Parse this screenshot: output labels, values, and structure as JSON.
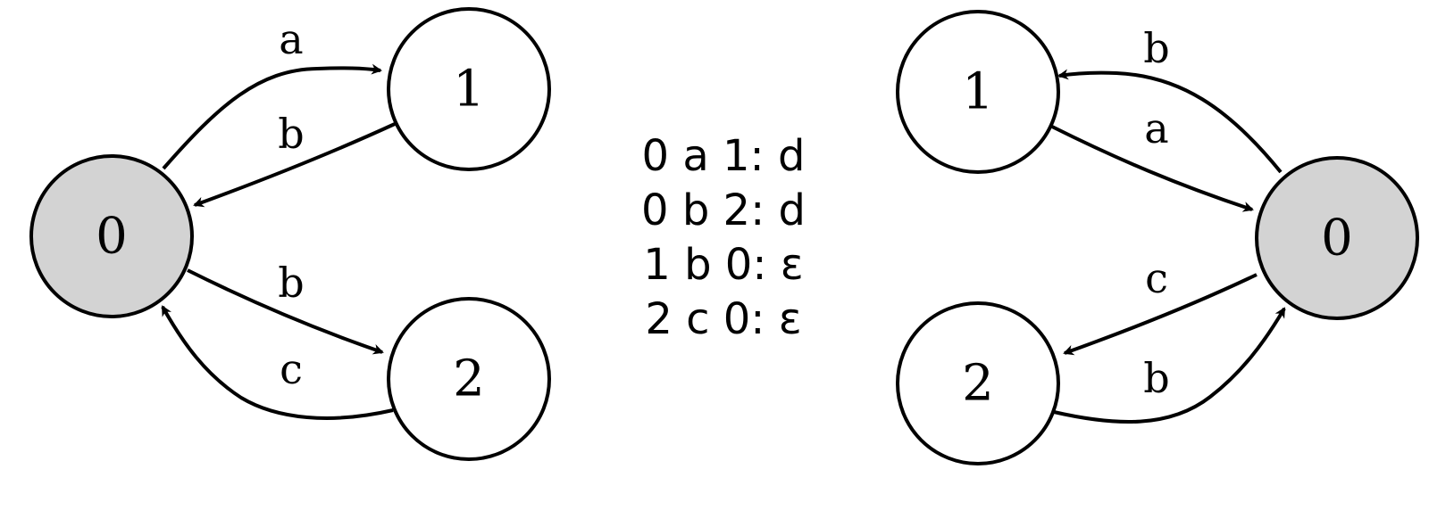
{
  "colors": {
    "start_fill": "#d3d3d3",
    "state_fill": "#ffffff",
    "stroke": "#000000"
  },
  "left_automaton": {
    "states": [
      {
        "id": "0",
        "label": "0",
        "start": true
      },
      {
        "id": "1",
        "label": "1",
        "start": false
      },
      {
        "id": "2",
        "label": "2",
        "start": false
      }
    ],
    "edges": [
      {
        "from": "0",
        "to": "1",
        "label": "a"
      },
      {
        "from": "1",
        "to": "0",
        "label": "b"
      },
      {
        "from": "0",
        "to": "2",
        "label": "b"
      },
      {
        "from": "2",
        "to": "0",
        "label": "c"
      }
    ]
  },
  "rules": [
    "0 a 1: d",
    "0 b 2: d",
    "1 b 0: ε",
    "2 c 0: ε"
  ],
  "right_automaton": {
    "states": [
      {
        "id": "0",
        "label": "0",
        "start": true
      },
      {
        "id": "1",
        "label": "1",
        "start": false
      },
      {
        "id": "2",
        "label": "2",
        "start": false
      }
    ],
    "edges": [
      {
        "from": "0",
        "to": "1",
        "label": "b"
      },
      {
        "from": "1",
        "to": "0",
        "label": "a"
      },
      {
        "from": "0",
        "to": "2",
        "label": "c"
      },
      {
        "from": "2",
        "to": "0",
        "label": "b"
      }
    ]
  }
}
